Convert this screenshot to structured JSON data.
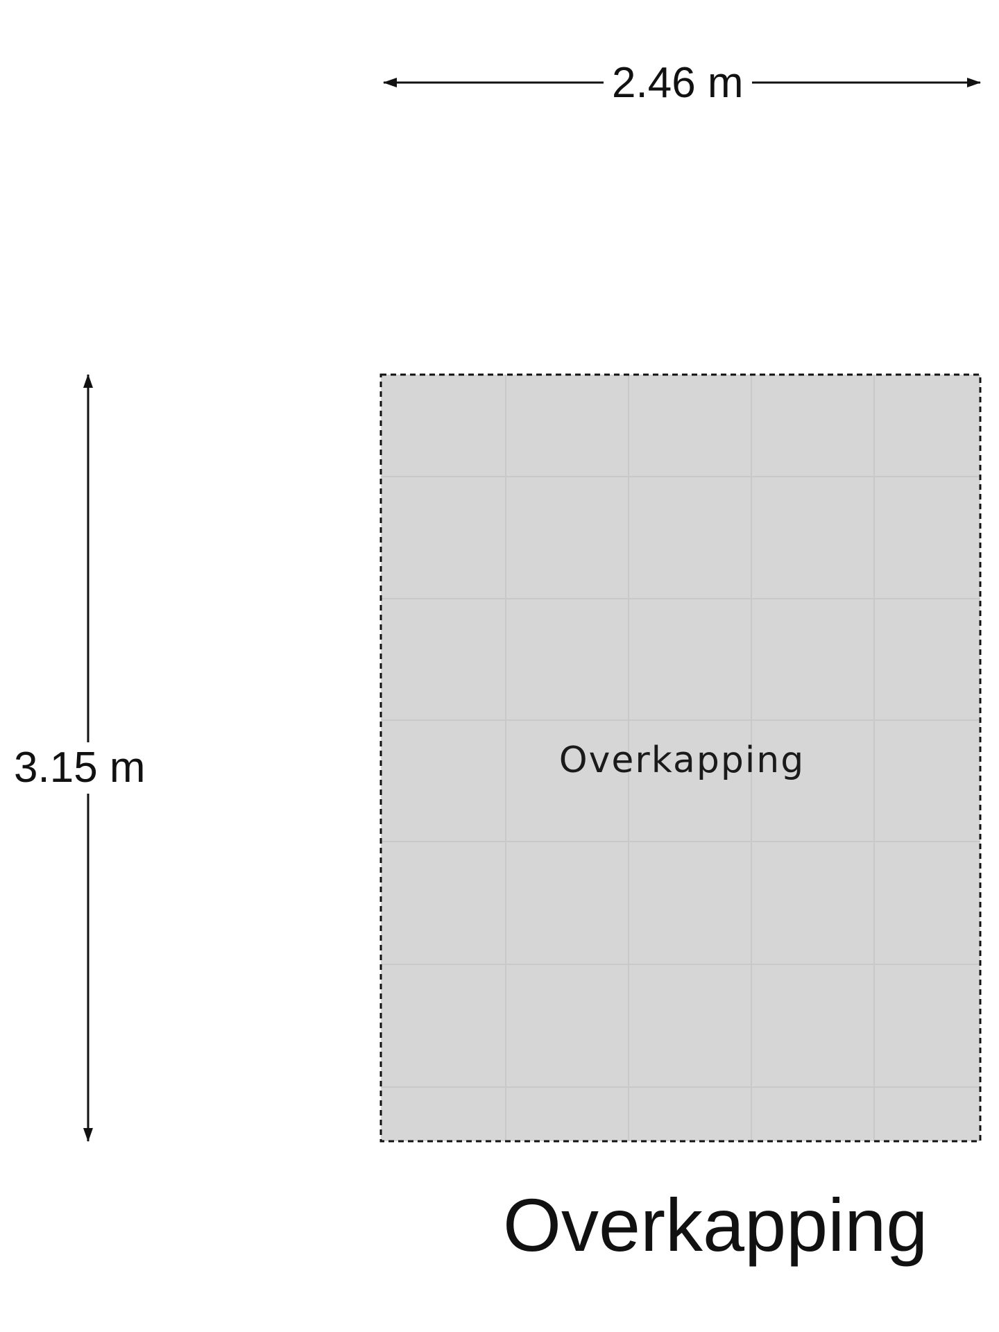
{
  "floor_title": "Overkapping",
  "room": {
    "name": "Overkapping",
    "fill_color": "#d6d6d6",
    "tile_line_color": "#c9c9c9",
    "border": "dashed"
  },
  "dimensions": {
    "width": "2.46 m",
    "height": "3.15 m"
  }
}
